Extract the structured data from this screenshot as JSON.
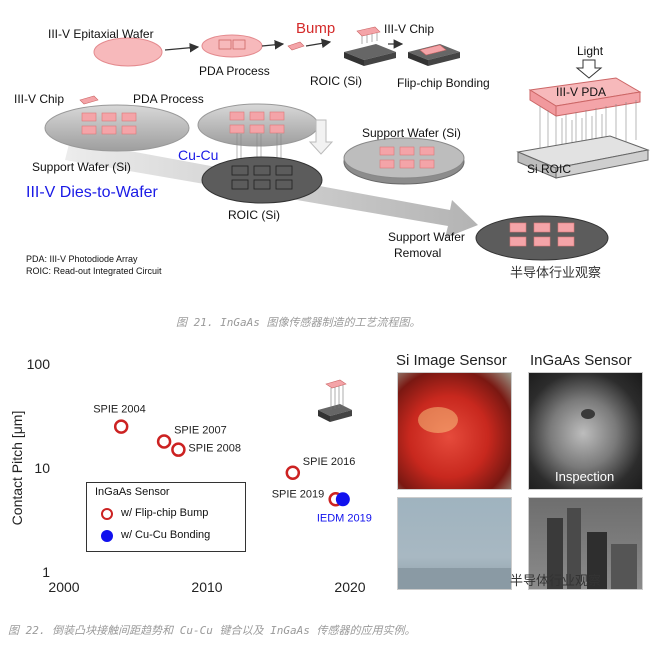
{
  "figure21": {
    "labels": {
      "epi_wafer": "III-V Epitaxial Wafer",
      "pda_process_top": "PDA Process",
      "bump": "Bump",
      "chip_top": "III-V Chip",
      "roic_top": "ROIC (Si)",
      "flip_chip": "Flip-chip Bonding",
      "light": "Light",
      "pda_box": "III-V PDA",
      "si_roic": "Si ROIC",
      "chip_left": "III-V Chip",
      "pda_process_mid": "PDA Process",
      "support_wafer_left": "Support Wafer (Si)",
      "cu_cu": "Cu-Cu",
      "dies_to_wafer": "III-V Dies-to-Wafer",
      "roic_mid": "ROIC (Si)",
      "support_wafer_right": "Support Wafer (Si)",
      "support_wafer_removal_1": "Support Wafer",
      "support_wafer_removal_2": "Removal",
      "legend_pda": "PDA: III-V Photodiode Array",
      "legend_roic": "ROIC: Read-out Integrated Circuit"
    },
    "watermark": "半导体行业观察",
    "caption": "图 21. InGaAs 图像传感器制造的工艺流程图。"
  },
  "figure22": {
    "chart_data": {
      "type": "scatter",
      "xlabel": "",
      "ylabel": "Contact Pitch [μm]",
      "yscale": "log",
      "xlim": [
        2000,
        2020
      ],
      "ylim": [
        1,
        100
      ],
      "xticks": [
        "2000",
        "2010",
        "2020"
      ],
      "yticks": [
        "1",
        "10",
        "100"
      ],
      "legend_title": "InGaAs Sensor",
      "series": [
        {
          "name": "w/ Flip-chip Bump",
          "color": "#cc2222",
          "marker": "open-circle",
          "points": [
            {
              "x": 2004,
              "y": 25,
              "label": "SPIE 2004"
            },
            {
              "x": 2007,
              "y": 18,
              "label": "SPIE 2007"
            },
            {
              "x": 2008,
              "y": 15,
              "label": "SPIE 2008"
            },
            {
              "x": 2016,
              "y": 9,
              "label": "SPIE 2016"
            },
            {
              "x": 2019,
              "y": 5,
              "label": "SPIE 2019"
            }
          ]
        },
        {
          "name": "w/ Cu-Cu Bonding",
          "color": "#1111ee",
          "marker": "filled-circle",
          "points": [
            {
              "x": 2019.5,
              "y": 5,
              "label": "IEDM 2019"
            }
          ]
        }
      ]
    },
    "photos": {
      "si_header": "Si Image Sensor",
      "ingaas_header": "InGaAs Sensor",
      "inspection": "Inspection"
    },
    "watermark": "半导体行业观察",
    "caption": "图 22. 倒装凸块接触间距趋势和 Cu-Cu 键合以及 InGaAs 传感器的应用实例。"
  },
  "colors": {
    "chip_pink": "#f4a4a8",
    "wafer_gray": "#bdbdbd",
    "wafer_dark": "#555555",
    "red": "#d42a2a",
    "blue": "#1a1ae6"
  }
}
